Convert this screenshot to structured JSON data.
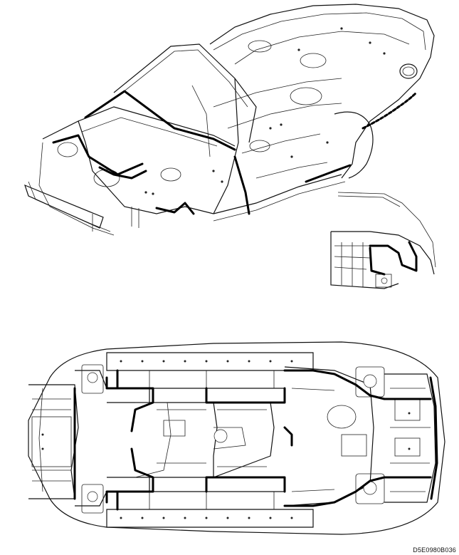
{
  "figure": {
    "code": "D5E0980B036",
    "views": [
      "isometric-body-in-white",
      "rear-wheel-arch-detail",
      "underbody-bottom-view"
    ]
  }
}
